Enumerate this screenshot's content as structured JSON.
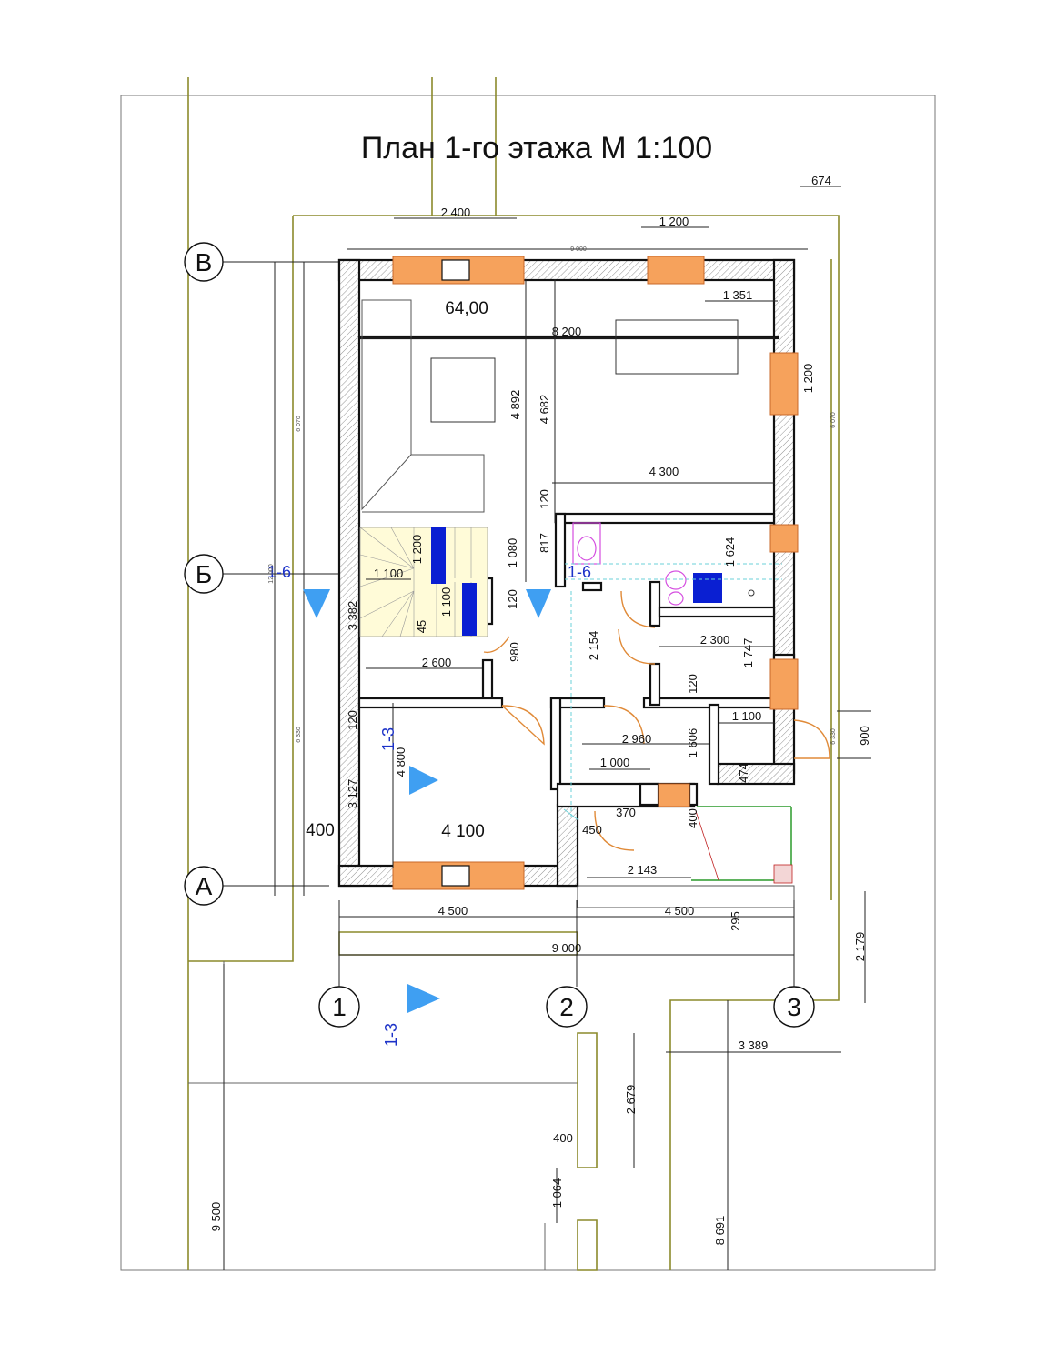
{
  "title": "План 1-го этажа М 1:100",
  "axes": {
    "rows": [
      "В",
      "Б",
      "А"
    ],
    "cols": [
      "1",
      "2",
      "3"
    ]
  },
  "rooms": {
    "area_upper": "64,00",
    "area_lower": "4 100"
  },
  "sections": {
    "s16_left": "1-6",
    "s16_center": "1-6",
    "s13_room": "1-3",
    "s13_bottom": "1-3"
  },
  "dims": {
    "d674": "674",
    "d2400": "2 400",
    "d1200_top": "1 200",
    "d9000_top": "9 000",
    "d1351": "1 351",
    "d8200": "8 200",
    "d1200_side": "1 200",
    "d4892": "4 892",
    "d4682": "4 682",
    "d4300": "4 300",
    "d120_a": "120",
    "d817": "817",
    "d1200_stair": "1 200",
    "d1080": "1 080",
    "d1624": "1 624",
    "d1100_stair": "1 100",
    "d3382": "3 382",
    "d1100_v": "1 100",
    "d45": "45",
    "d120_b": "120",
    "d980": "980",
    "d2154": "2 154",
    "d2300": "2 300",
    "d1747": "1 747",
    "d2600": "2 600",
    "d120_c": "120",
    "d120_d": "120",
    "d1100_b": "1 100",
    "d900": "900",
    "d2960": "2 960",
    "d1606": "1 606",
    "d4800": "4 800",
    "d3127": "3 127",
    "d1000": "1 000",
    "d474": "474",
    "d370": "370",
    "d400_v": "400",
    "d450": "450",
    "d400_left": "400",
    "d2143": "2 143",
    "d4500_left": "4 500",
    "d4500_right": "4 500",
    "d295": "295",
    "d2179": "2 179",
    "d9000_bottom": "9 000",
    "d3389": "3 389",
    "d2679": "2 679",
    "d400_post": "400",
    "d1064": "1 064",
    "d9500": "9 500",
    "d8691": "8 691",
    "tiny_6070_l": "6 070",
    "tiny_12000": "12 000",
    "tiny_6330": "6 330",
    "tiny_6070_r": "6 070",
    "tiny_6330_r": "6 330"
  },
  "colors": {
    "window": "#f6a25c",
    "olive_line": "#8c8a2c",
    "section_marker": "#3f9ff2",
    "section_text": "#1c32c8",
    "fixture_blue": "#0a1fd2",
    "sanitary_pink": "#d54ee0",
    "stair_fill": "#fffbd8"
  }
}
